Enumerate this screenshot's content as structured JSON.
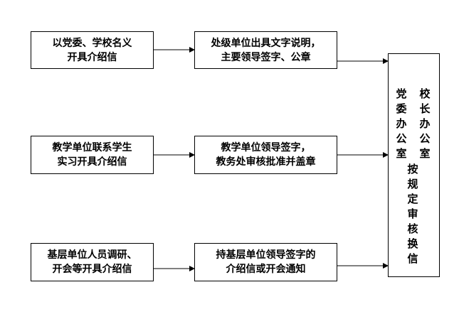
{
  "rows": [
    {
      "left": {
        "lines": [
          "以党委、学校名义",
          "开具介绍信"
        ]
      },
      "middle": {
        "lines": [
          "处级单位出具文字说明，",
          "主要领导签字、公章"
        ]
      }
    },
    {
      "left": {
        "lines": [
          "教学单位联系学生",
          "实习开具介绍信"
        ]
      },
      "middle": {
        "lines": [
          "教学单位领导签字，",
          "教务处审核批准并盖章"
        ]
      }
    },
    {
      "left": {
        "lines": [
          "基层单位人员调研、",
          "开会等开具介绍信"
        ]
      },
      "middle": {
        "lines": [
          "持基层单位领导签字的",
          "介绍信或开会通知"
        ]
      }
    }
  ],
  "office": {
    "col_left": [
      "党",
      "委",
      "办",
      "公",
      "室"
    ],
    "col_right": [
      "校",
      "长",
      "办",
      "公",
      "室"
    ],
    "action": [
      "按",
      "规",
      "定",
      "审",
      "核",
      "换",
      "信"
    ]
  },
  "colors": {
    "stroke": "#000000",
    "background": "#ffffff"
  }
}
